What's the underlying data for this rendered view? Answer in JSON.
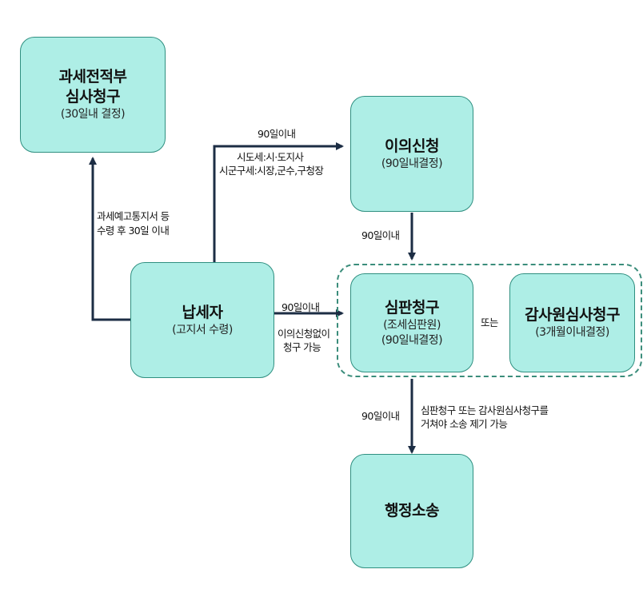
{
  "boxes": {
    "tax_review": {
      "title1": "과세전적부",
      "title2": "심사청구",
      "sub": "(30일내 결정)"
    },
    "objection": {
      "title": "이의신청",
      "sub": "(90일내결정)"
    },
    "taxpayer": {
      "title": "납세자",
      "sub": "(고지서 수령)"
    },
    "tribunal": {
      "title": "심판청구",
      "sub1": "(조세심판원)",
      "sub2": "(90일내결정)"
    },
    "audit": {
      "title": "감사원심사청구",
      "sub": "(3개월이내결정)"
    },
    "litigation": {
      "title": "행정소송"
    }
  },
  "labels": {
    "to_tax_review_1": "과세예고통지서 등",
    "to_tax_review_2": "수령 후 30일 이내",
    "to_objection_days": "90일이내",
    "to_objection_who1": "시도세:시·도지사",
    "to_objection_who2": "시군구세:시장,군수,구청장",
    "objection_to_tribunal": "90일이내",
    "to_tribunal_days": "90일이내",
    "to_tribunal_note1": "이의신청없이",
    "to_tribunal_note2": "청구 가능",
    "or": "또는",
    "to_litigation_days": "90일이내",
    "to_litigation_note1": "심판청구 또는 감사원심사청구를",
    "to_litigation_note2": "거쳐야 소송 제기 가능"
  },
  "colors": {
    "box_fill": "#aeeee6",
    "box_border": "#2f8f80",
    "arrow": "#1c2d44",
    "dashed_group": "#3b8d7b"
  }
}
